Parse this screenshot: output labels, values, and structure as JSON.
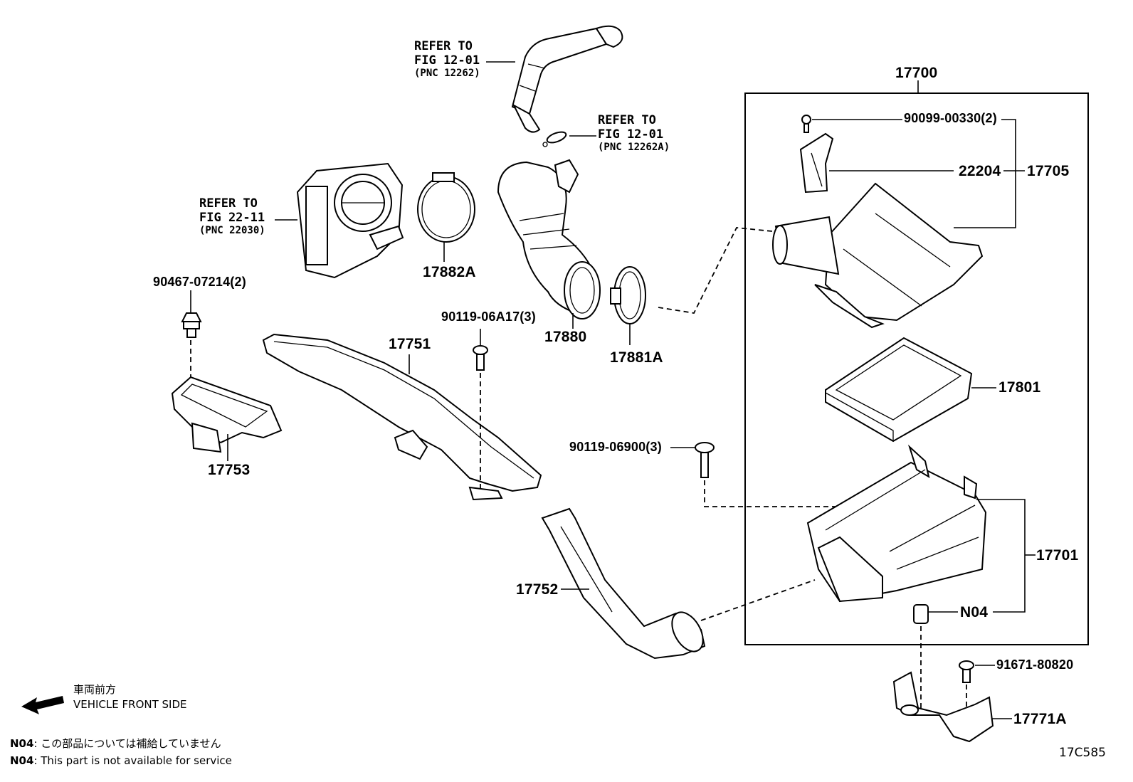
{
  "diagram_id": "17C585",
  "refs": {
    "hose": {
      "line1": "REFER TO",
      "line2": "FIG 12-01",
      "pnc": "(PNC 12262)"
    },
    "clamp": {
      "line1": "REFER TO",
      "line2": "FIG 12-01",
      "pnc": "(PNC 12262A)"
    },
    "throttle": {
      "line1": "REFER TO",
      "line2": "FIG 22-11",
      "pnc": "(PNC 22030)"
    }
  },
  "parts": {
    "p17700": "17700",
    "p90099": "90099-00330(2)",
    "p22204": "22204",
    "p17705": "17705",
    "p17801": "17801",
    "p90119_06900": "90119-06900(3)",
    "p17701": "17701",
    "pN04": "N04",
    "p91671": "91671-80820",
    "p17771A": "17771A",
    "p17882A": "17882A",
    "p17880": "17880",
    "p17881A": "17881A",
    "p90467": "90467-07214(2)",
    "p90119_06A17": "90119-06A17(3)",
    "p17751": "17751",
    "p17753": "17753",
    "p17752": "17752"
  },
  "direction": {
    "jp": "車両前方",
    "en": "VEHICLE FRONT SIDE",
    "icon": "arrow-left-icon"
  },
  "notes": {
    "jp_code": "N04",
    "jp_text": ": この部品については補給していません",
    "en_code": "N04",
    "en_text": ": This part is not available for service"
  }
}
